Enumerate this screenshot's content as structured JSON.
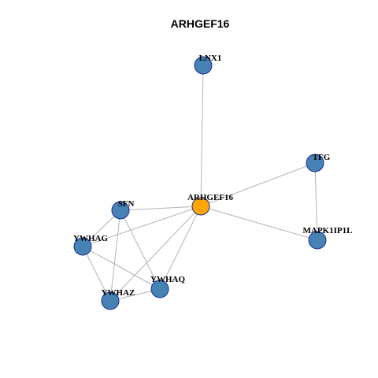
{
  "title": "ARHGEF16",
  "colors": {
    "center_node": "#FFA500",
    "neighbor_node": "#4682B4",
    "node_border": "#1F2B99",
    "edge": "#B3B3B3"
  },
  "nodes": [
    {
      "id": "ARHGEF16",
      "label": "ARHGEF16",
      "role": "center"
    },
    {
      "id": "LNX1",
      "label": "LNX1",
      "role": "neighbor"
    },
    {
      "id": "TFG",
      "label": "TFG",
      "role": "neighbor"
    },
    {
      "id": "MAPK1IP1L",
      "label": "MAPK1IP1L",
      "role": "neighbor"
    },
    {
      "id": "SFN",
      "label": "SFN",
      "role": "neighbor"
    },
    {
      "id": "YWHAG",
      "label": "YWHAG",
      "role": "neighbor"
    },
    {
      "id": "YWHAQ",
      "label": "YWHAQ",
      "role": "neighbor"
    },
    {
      "id": "YWHAZ",
      "label": "YWHAZ",
      "role": "neighbor"
    }
  ],
  "edges": [
    [
      "ARHGEF16",
      "LNX1"
    ],
    [
      "ARHGEF16",
      "TFG"
    ],
    [
      "ARHGEF16",
      "MAPK1IP1L"
    ],
    [
      "ARHGEF16",
      "SFN"
    ],
    [
      "ARHGEF16",
      "YWHAG"
    ],
    [
      "ARHGEF16",
      "YWHAQ"
    ],
    [
      "ARHGEF16",
      "YWHAZ"
    ],
    [
      "TFG",
      "MAPK1IP1L"
    ],
    [
      "SFN",
      "YWHAG"
    ],
    [
      "SFN",
      "YWHAQ"
    ],
    [
      "SFN",
      "YWHAZ"
    ],
    [
      "YWHAG",
      "YWHAQ"
    ],
    [
      "YWHAG",
      "YWHAZ"
    ],
    [
      "YWHAQ",
      "YWHAZ"
    ]
  ]
}
